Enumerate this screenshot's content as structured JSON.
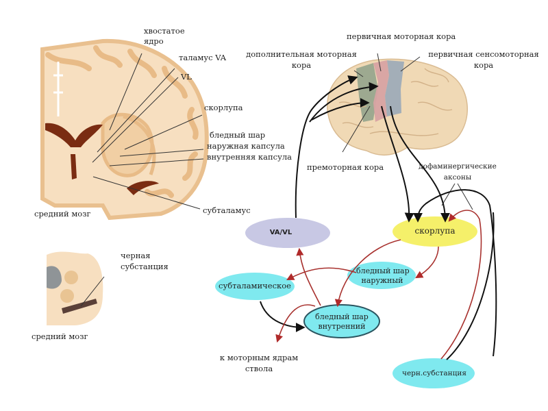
{
  "colors": {
    "tissue": "#f7dfc0",
    "tissue_dark": "#e8bb87",
    "ventricle": "#7a2c12",
    "cyan_node": "#7fe9ef",
    "vavl_node": "#c8c8e4",
    "putamen_node": "#f5f06a",
    "red_arrow": "#a8312e",
    "black_arrow": "#111111",
    "motor_cortex": "#d7a3a3",
    "sensory_cortex": "#9aa9b8",
    "premotor_cortex": "#8ea08a",
    "brain": "#f0d9b5"
  },
  "coronal_section": {
    "labels": {
      "caudate": [
        "хвостатое",
        "ядро"
      ],
      "thalamus_va": "таламус VA",
      "vl": "VL",
      "putamen": "скорлупа",
      "globus_pallidus": "бледный шар",
      "external_capsule": "наружная капсула",
      "internal_capsule": "внутренняя капсула",
      "subthalamus": "субталамус",
      "midbrain": "средний мозг"
    }
  },
  "midbrain_section": {
    "labels": {
      "substantia_nigra": [
        "черная",
        "субстанция"
      ],
      "midbrain": "средний мозг"
    }
  },
  "lateral_brain": {
    "labels": {
      "primary_motor": "первичная моторная кора",
      "supplementary_motor": [
        "дополнительная моторная",
        "кора"
      ],
      "primary_sensorimotor": [
        "первичная сенсомоторная",
        "кора"
      ],
      "premotor": "премоторная кора",
      "dopaminergic": [
        "дофаминергические",
        "аксоны"
      ]
    }
  },
  "circuit": {
    "nodes": {
      "va_vl": "VA/VL",
      "putamen": "скорлупа",
      "gp_external": [
        "бледный шар",
        "наружный"
      ],
      "subthalamic": "субталамическое",
      "gp_internal": [
        "бледный шар",
        "внутренний"
      ],
      "substantia_nigra": "черн.субстанция"
    },
    "output_label": [
      "к моторным ядрам",
      "ствола"
    ]
  }
}
